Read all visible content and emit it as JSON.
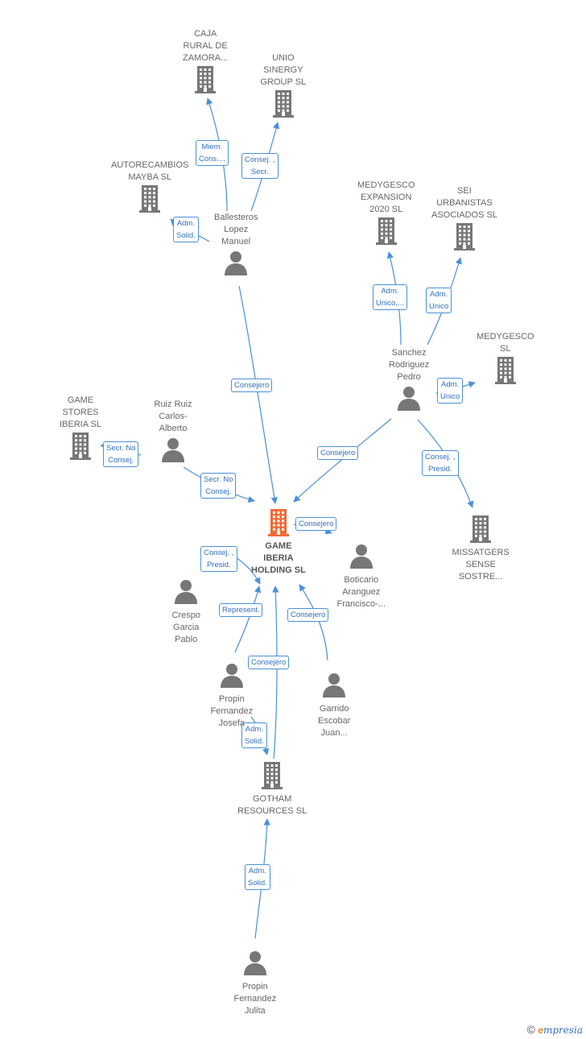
{
  "colors": {
    "edge": "#4a90d9",
    "node": "#777777",
    "main": "#f06a35"
  },
  "nodes": {
    "caja": {
      "label": "CAJA\nRURAL DE\nZAMORA...",
      "icon": "building-icon"
    },
    "unio": {
      "label": "UNIO\nSINERGY\nGROUP  SL",
      "icon": "building-icon"
    },
    "autorecambios": {
      "label": "AUTORECAMBIOS\nMAYBA SL",
      "icon": "building-icon"
    },
    "ballesteros": {
      "label": "Ballesteros\nLopez\nManuel",
      "icon": "person-icon"
    },
    "medygesco_exp": {
      "label": "MEDYGESCO\nEXPANSION\n2020  SL",
      "icon": "building-icon"
    },
    "sei": {
      "label": "SEI\nURBANISTAS\nASOCIADOS SL",
      "icon": "building-icon"
    },
    "medygesco": {
      "label": "MEDYGESCO\nSL",
      "icon": "building-icon"
    },
    "sanchez": {
      "label": "Sanchez\nRodriguez\nPedro",
      "icon": "person-icon"
    },
    "game_stores": {
      "label": "GAME\nSTORES\nIBERIA SL",
      "icon": "building-icon"
    },
    "ruiz": {
      "label": "Ruiz Ruiz\nCarlos-\nAlberto",
      "icon": "person-icon"
    },
    "game_iberia": {
      "label": "GAME\nIBERIA\nHOLDING  SL",
      "icon": "building-icon"
    },
    "missatgers": {
      "label": "MISSATGERS\nSENSE\nSOSTRE...",
      "icon": "building-icon"
    },
    "boticario": {
      "label": "Boticario\nAranguez\nFrancisco-...",
      "icon": "person-icon"
    },
    "crespo": {
      "label": "Crespo\nGarcia\nPablo",
      "icon": "person-icon"
    },
    "propin_josefa": {
      "label": "Propin\nFernandez\nJosefa",
      "icon": "person-icon"
    },
    "garrido": {
      "label": "Garrido\nEscobar\nJuan...",
      "icon": "person-icon"
    },
    "gotham": {
      "label": "GOTHAM\nRESOURCES SL",
      "icon": "building-icon"
    },
    "propin_julita": {
      "label": "Propin\nFernandez\nJulita",
      "icon": "person-icon"
    }
  },
  "edges": [
    {
      "label": "Miem.\nCons...."
    },
    {
      "label": "Consej. ,\nSecr."
    },
    {
      "label": "Adm.\nSolid."
    },
    {
      "label": "Consejero"
    },
    {
      "label": "Adm.\nUnico,..."
    },
    {
      "label": "Adm.\nUnico"
    },
    {
      "label": "Adm.\nUnico"
    },
    {
      "label": "Consejero"
    },
    {
      "label": "Consej. ,\nPresid."
    },
    {
      "label": "Secr.  No\nConsej."
    },
    {
      "label": "Secr.  No\nConsej."
    },
    {
      "label": "Consejero"
    },
    {
      "label": "Consej. ,\nPresid."
    },
    {
      "label": "Represent."
    },
    {
      "label": "Consejero"
    },
    {
      "label": "Consejero"
    },
    {
      "label": "Adm.\nSolid."
    },
    {
      "label": "Adm.\nSolid."
    }
  ],
  "brand": {
    "copyright": "©",
    "first_letter": "e",
    "rest": "mpresia"
  }
}
